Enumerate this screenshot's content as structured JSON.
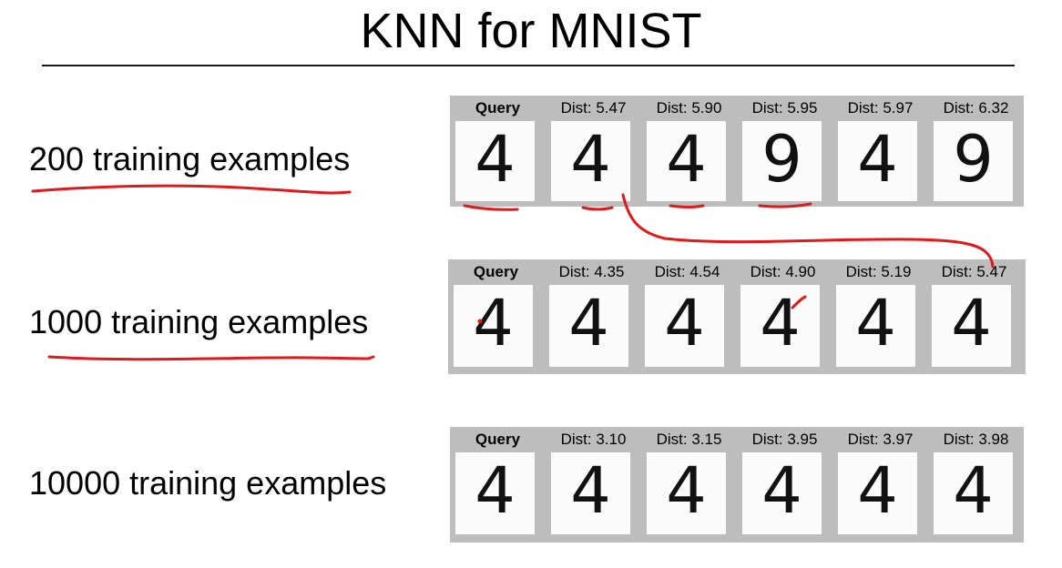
{
  "slide": {
    "title": "KNN for MNIST",
    "rows": [
      {
        "label": "200 training examples",
        "cells": [
          {
            "caption": "Query",
            "digit": "4",
            "is_query": true
          },
          {
            "caption": "Dist: 5.47",
            "digit": "4"
          },
          {
            "caption": "Dist: 5.90",
            "digit": "4"
          },
          {
            "caption": "Dist: 5.95",
            "digit": "9"
          },
          {
            "caption": "Dist: 5.97",
            "digit": "4"
          },
          {
            "caption": "Dist: 6.32",
            "digit": "9"
          }
        ]
      },
      {
        "label": "1000 training examples",
        "cells": [
          {
            "caption": "Query",
            "digit": "4",
            "is_query": true
          },
          {
            "caption": "Dist: 4.35",
            "digit": "4"
          },
          {
            "caption": "Dist: 4.54",
            "digit": "4"
          },
          {
            "caption": "Dist: 4.90",
            "digit": "4"
          },
          {
            "caption": "Dist: 5.19",
            "digit": "4"
          },
          {
            "caption": "Dist: 5.47",
            "digit": "4"
          }
        ]
      },
      {
        "label": "10000 training examples",
        "cells": [
          {
            "caption": "Query",
            "digit": "4",
            "is_query": true
          },
          {
            "caption": "Dist: 3.10",
            "digit": "4"
          },
          {
            "caption": "Dist: 3.15",
            "digit": "4"
          },
          {
            "caption": "Dist: 3.95",
            "digit": "4"
          },
          {
            "caption": "Dist: 3.97",
            "digit": "4"
          },
          {
            "caption": "Dist: 3.98",
            "digit": "4"
          }
        ]
      }
    ]
  },
  "colors": {
    "annotation": "#e0191b",
    "panel": "#bdbdbd",
    "text": "#000000"
  }
}
